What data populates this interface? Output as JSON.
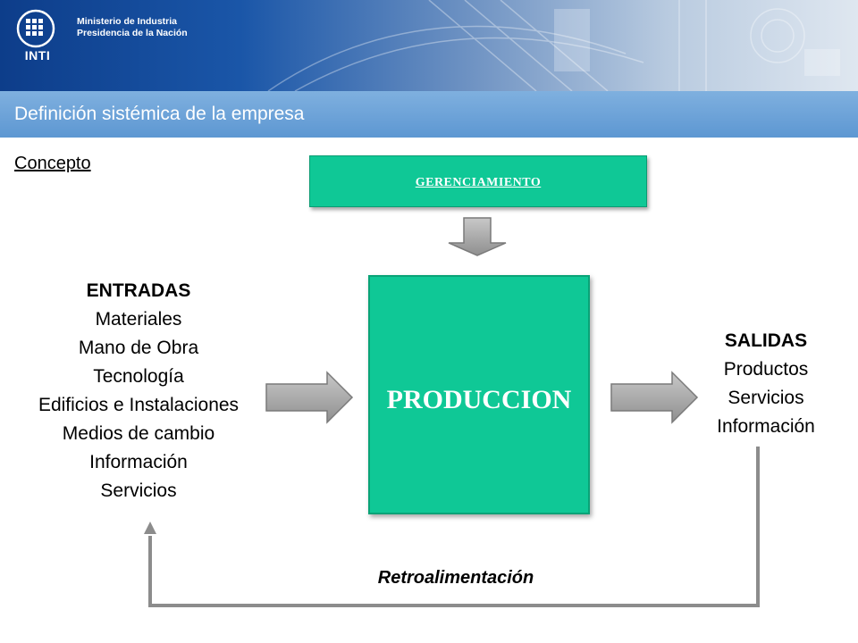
{
  "header": {
    "logo_text": "INTI",
    "ministry_line1": "Ministerio de Industria",
    "ministry_line2": "Presidencia de la Nación"
  },
  "slide": {
    "title": "Definición sistémica de la empresa",
    "concept_label": "Concepto"
  },
  "diagram": {
    "management_label": "GERENCIAMIENTO",
    "process_label": "PRODUCCION",
    "inputs": {
      "heading": "ENTRADAS",
      "items": [
        "Materiales",
        "Mano de Obra",
        "Tecnología",
        "Edificios e Instalaciones",
        "Medios de cambio",
        "Información",
        "Servicios"
      ]
    },
    "outputs": {
      "heading": "SALIDAS",
      "items": [
        "Productos",
        "Servicios",
        "Información"
      ]
    },
    "feedback_label": "Retroalimentación"
  },
  "colors": {
    "box_fill": "#0fc896",
    "title_bar": "#5d97d2",
    "arrow_fill": "#a6a6a6",
    "feedback_line": "#8c8c8c"
  }
}
